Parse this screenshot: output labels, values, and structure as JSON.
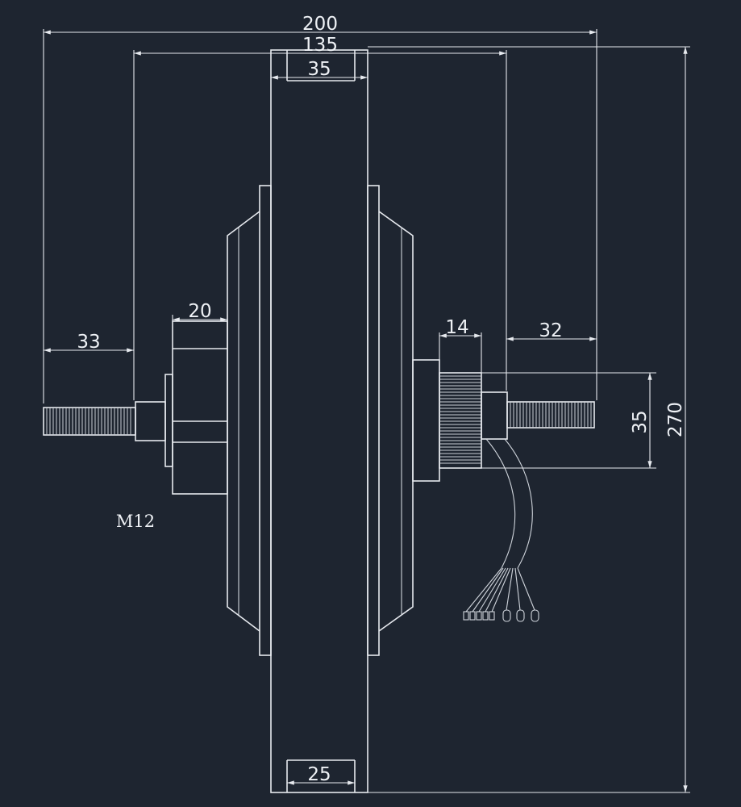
{
  "diagram": {
    "dimensions": {
      "overall_width": "200",
      "inner_width": "135",
      "rim_top": "35",
      "rim_bottom": "25",
      "left_nut": "20",
      "left_axle": "33",
      "right_nut": "14",
      "right_axle": "32",
      "axle_height": "35",
      "overall_height": "270"
    },
    "thread_label": "M12",
    "colors": {
      "background": "#1e2530",
      "line": "#e6e9ee"
    }
  }
}
